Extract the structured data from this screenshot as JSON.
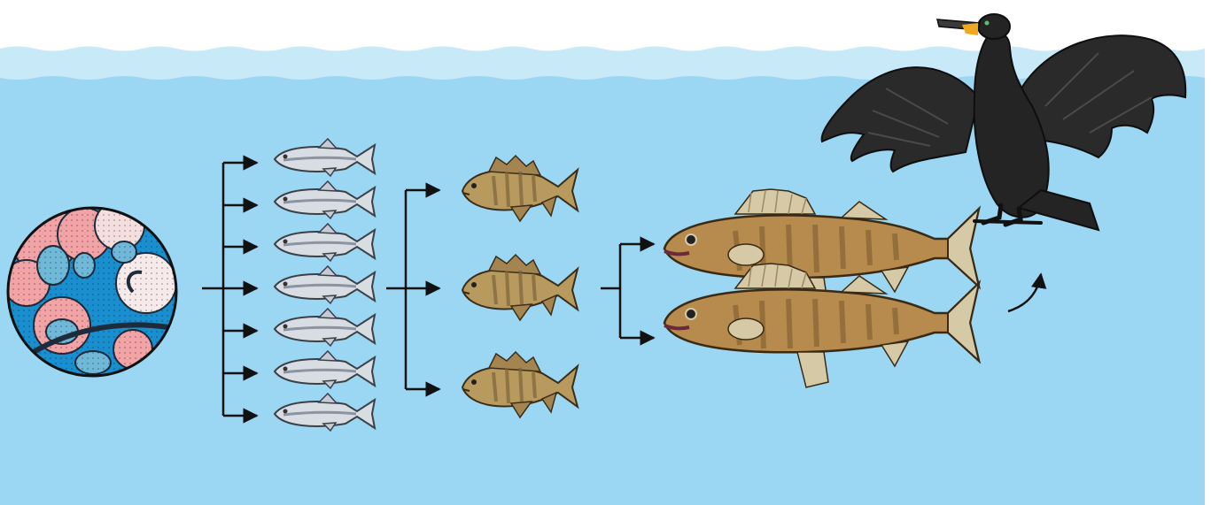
{
  "diagram": {
    "type": "aquatic-food-chain",
    "direction": "left-to-right",
    "stages": [
      {
        "id": "plankton",
        "icon": "plankton-circle-icon",
        "count": 1
      },
      {
        "id": "small-silver-fish",
        "icon": "silver-fish-icon",
        "count": 7
      },
      {
        "id": "perch",
        "icon": "perch-fish-icon",
        "count": 3
      },
      {
        "id": "walleye",
        "icon": "walleye-fish-icon",
        "count": 2
      },
      {
        "id": "cormorant",
        "icon": "cormorant-bird-icon",
        "count": 1
      }
    ],
    "colors": {
      "water": "#9bd6f2",
      "surface": "#c8e9f8",
      "arrow": "#111111",
      "silver_fish": "#d8dde3",
      "perch": "#b99a5e",
      "walleye": "#b78b4e",
      "cormorant": "#2a2a2a",
      "plankton_blue": "#1a8fd0",
      "plankton_pink": "#f2a3a6"
    }
  }
}
